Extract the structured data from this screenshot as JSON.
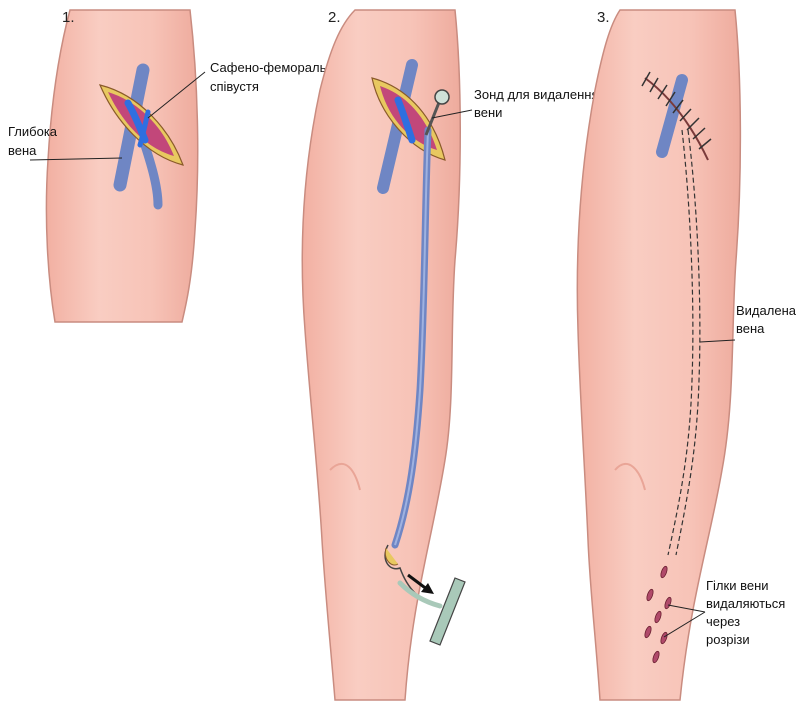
{
  "panels": [
    {
      "number": "1."
    },
    {
      "number": "2."
    },
    {
      "number": "3."
    }
  ],
  "labels": {
    "deep_vein": [
      "Глибока",
      "вена"
    ],
    "junction": [
      "Сафено-феморальне",
      "співустя"
    ],
    "probe": [
      "Зонд для видалення",
      "вени"
    ],
    "removed_vein": [
      "Видалена",
      "вена"
    ],
    "branches": [
      "Гілки вени",
      "видаляються",
      "через",
      "розрізи"
    ]
  },
  "colors": {
    "skin": "#f6c4b8",
    "skin_shade": "#e9a597",
    "vein_blue": "#6f86c4",
    "vein_highlight": "#2f6fe0",
    "incision_red": "#c2477a",
    "fat_yellow": "#e8c860",
    "instrument": "#a9c9b9"
  }
}
